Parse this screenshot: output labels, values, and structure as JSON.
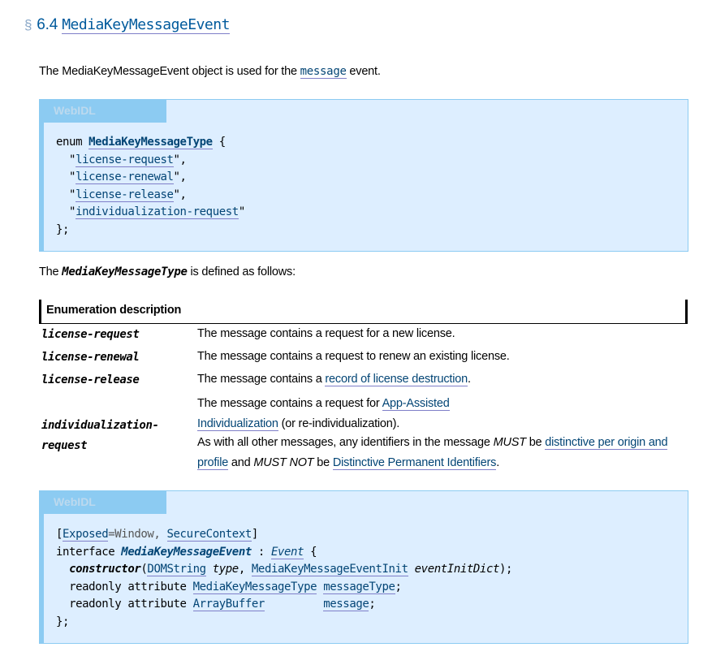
{
  "section": {
    "sign": "§",
    "number": "6.4",
    "name": "MediaKeyMessageEvent"
  },
  "intro": {
    "before": "The MediaKeyMessageEvent object is used for the ",
    "link": "message",
    "after": " event."
  },
  "idl1": {
    "label": "WebIDL",
    "enum_kw": "enum",
    "enum_name": "MediaKeyMessageType",
    "values": [
      "license-request",
      "license-renewal",
      "license-release",
      "individualization-request"
    ]
  },
  "defined": {
    "before": "The ",
    "name": "MediaKeyMessageType",
    "after": " is defined as follows:"
  },
  "table": {
    "header": "Enumeration description",
    "rows": [
      {
        "key": "license-request",
        "desc": "The message contains a request for a new license."
      },
      {
        "key": "license-renewal",
        "desc": "The message contains a request to renew an existing license."
      },
      {
        "key": "license-release",
        "desc_before": "The message contains a ",
        "desc_link": "record of license destruction",
        "desc_after": "."
      },
      {
        "key_line1": "individualization-",
        "key_line2": "request",
        "p1_before": "The message contains a request for ",
        "p1_link": "App-Assisted Individualization",
        "p1_after": " (or re-individualization).",
        "p2_before": "As with all other messages, any identifiers in the message ",
        "p2_must": "MUST",
        "p2_mid1": " be ",
        "p2_link1": "distinctive per origin and profile",
        "p2_mid2": " and ",
        "p2_mustnot": "MUST NOT",
        "p2_mid3": " be ",
        "p2_link2": "Distinctive Permanent Identifiers",
        "p2_after": "."
      }
    ]
  },
  "idl2": {
    "label": "WebIDL",
    "exposed": "Exposed",
    "window": "=Window, ",
    "secure": "SecureContext",
    "interface_kw": "interface",
    "name": "MediaKeyMessageEvent",
    "parent": "Event",
    "constructor": "constructor",
    "domstring": "DOMString",
    "type_arg": "type",
    "init": "MediaKeyMessageEventInit",
    "init_arg": "eventInitDict",
    "readonly": "readonly attribute",
    "attr1_type": "MediaKeyMessageType",
    "attr1_name": "messageType",
    "attr2_type": "ArrayBuffer",
    "attr2_name": "message"
  }
}
